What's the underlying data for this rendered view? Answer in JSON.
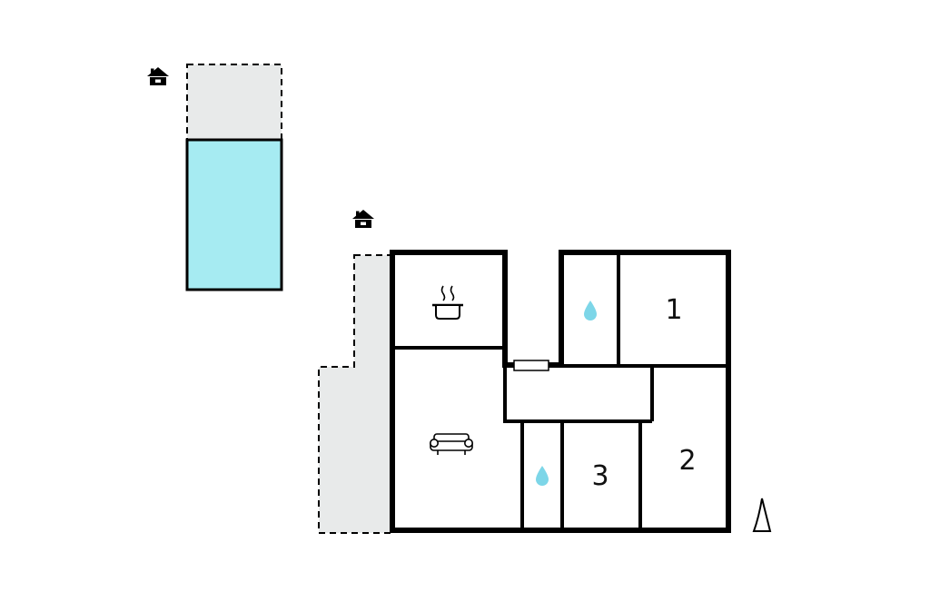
{
  "plan": {
    "type": "holiday-house-floor-plan",
    "rooms": [
      {
        "id": "room-1",
        "label": "1"
      },
      {
        "id": "room-2",
        "label": "2"
      },
      {
        "id": "room-3",
        "label": "3"
      }
    ],
    "icons": {
      "house": "house-icon",
      "cooking_pot": "cooking-pot-icon",
      "sofa": "sofa-icon",
      "water_drop": "water-drop-icon",
      "direction_marker": "direction-marker"
    },
    "colors": {
      "background": "#ffffff",
      "wall": "#000000",
      "pool_fill": "#a6ebf2",
      "terrace_fill": "#e8eaea",
      "drop_fill": "#7dd6e8"
    }
  }
}
